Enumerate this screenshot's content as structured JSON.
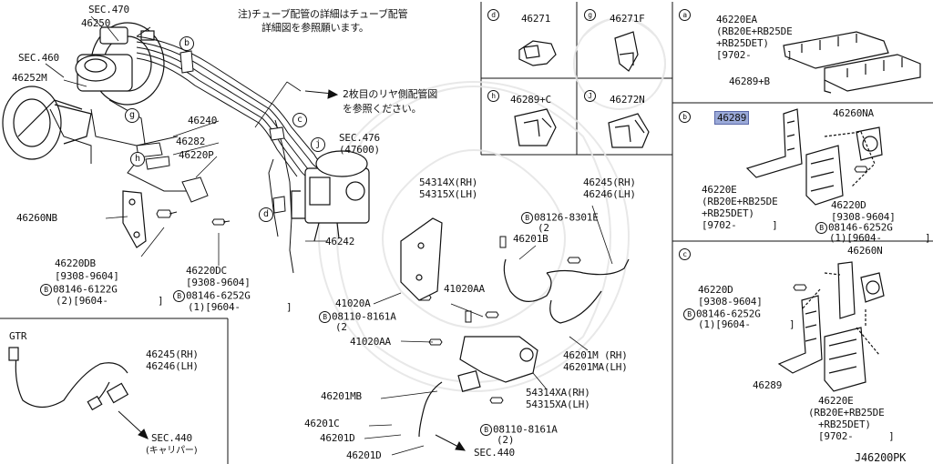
{
  "diagram_code": "J46200PK",
  "note": {
    "line1": "注)チューブ配管の詳細はチューブ配管",
    "line2": "詳細図を参照願います。"
  },
  "rear_note": {
    "line1": "2枚目のリヤ側配管図",
    "line2": "を参照ください。"
  },
  "main": {
    "sec470": "SEC.470",
    "p46250": "46250",
    "sec460": "SEC.460",
    "p46252m": "46252M",
    "p46240": "46240",
    "p46282": "46282",
    "p46220p": "46220P",
    "p46260nb": "46260NB",
    "p46220db": "46220DB",
    "p46220db_date": "[9308-9604]",
    "bolt_6122g": "08146-6122G",
    "bolt_6122g_qty": "(2)[9604-",
    "bolt_6122g_end": "]",
    "p46220dc": "46220DC",
    "p46220dc_date": "[9308-9604]",
    "bolt_6252g": "08146-6252G",
    "bolt_6252g_qty": "(1)[9604-",
    "bolt_6252g_end": "]",
    "sec476": "SEC.476",
    "sec476_sub": "(47600)",
    "p46242": "46242",
    "p54314x": "54314X(RH)",
    "p54315x": "54315X(LH)",
    "bolt_8301e": "08126-8301E",
    "bolt_8301e_qty": "(2",
    "p46201b": "46201B",
    "p46245": "46245(RH)",
    "p46246": "46246(LH)",
    "p41020a": "41020A",
    "p41020aa_1": "41020AA",
    "bolt_8161a": "08110-8161A",
    "bolt_8161a_qty": "(2",
    "p41020aa_2": "41020AA",
    "p46201m": "46201M (RH)",
    "p46201ma": "46201MA(LH)",
    "p46201mb": "46201MB",
    "p54314xa": "54314XA(RH)",
    "p54315xa": "54315XA(LH)",
    "p46201c": "46201C",
    "p46201d_1": "46201D",
    "bolt_8161a_2": "08110-8161A",
    "bolt_8161a_2_qty": "(2)",
    "p46201d_2": "46201D",
    "sec440": "SEC.440",
    "refs": [
      "b",
      "g",
      "c",
      "h",
      "j",
      "d"
    ]
  },
  "gtr": {
    "title": "GTR",
    "p46245": "46245(RH)",
    "p46246": "46246(LH)",
    "sec440": "SEC.440",
    "caliper": "(キャリパー)"
  },
  "details": {
    "d": {
      "letter": "d",
      "part": "46271"
    },
    "g": {
      "letter": "g",
      "part": "46271F"
    },
    "h": {
      "letter": "h",
      "part": "46289+C"
    },
    "j": {
      "letter": "J",
      "part": "46272N"
    }
  },
  "box_a": {
    "letter": "a",
    "part": "46220EA",
    "model1": "(RB20E+RB25DE",
    "model2": "+RB25DET)",
    "date": "[9702-      ]",
    "part2": "46289+B"
  },
  "box_b": {
    "letter": "b",
    "highlight": "46289",
    "p46260na": "46260NA",
    "p46220e": "46220E",
    "model1": "(RB20E+RB25DE",
    "model2": "+RB25DET)",
    "date": "[9702-      ]",
    "p46220d": "46220D",
    "p46220d_date": "[9308-9604]",
    "bolt": "08146-6252G",
    "bolt_qty": "(1)[9604-",
    "bolt_end": "]"
  },
  "box_c": {
    "letter": "c",
    "p46260n": "46260N",
    "p46220d": "46220D",
    "p46220d_date": "[9308-9604]",
    "bolt": "08146-6252G",
    "bolt_qty": "(1)[9604-",
    "bolt_end": "]",
    "p46289": "46289",
    "p46220e": "46220E",
    "model1": "(RB20E+RB25DE",
    "model2": "+RB25DET)",
    "date": "[9702-      ]"
  },
  "icons": [
    "bolt-icon",
    "clip-icon",
    "bracket-icon",
    "hose-icon",
    "abs-unit-icon",
    "master-cylinder-icon"
  ]
}
